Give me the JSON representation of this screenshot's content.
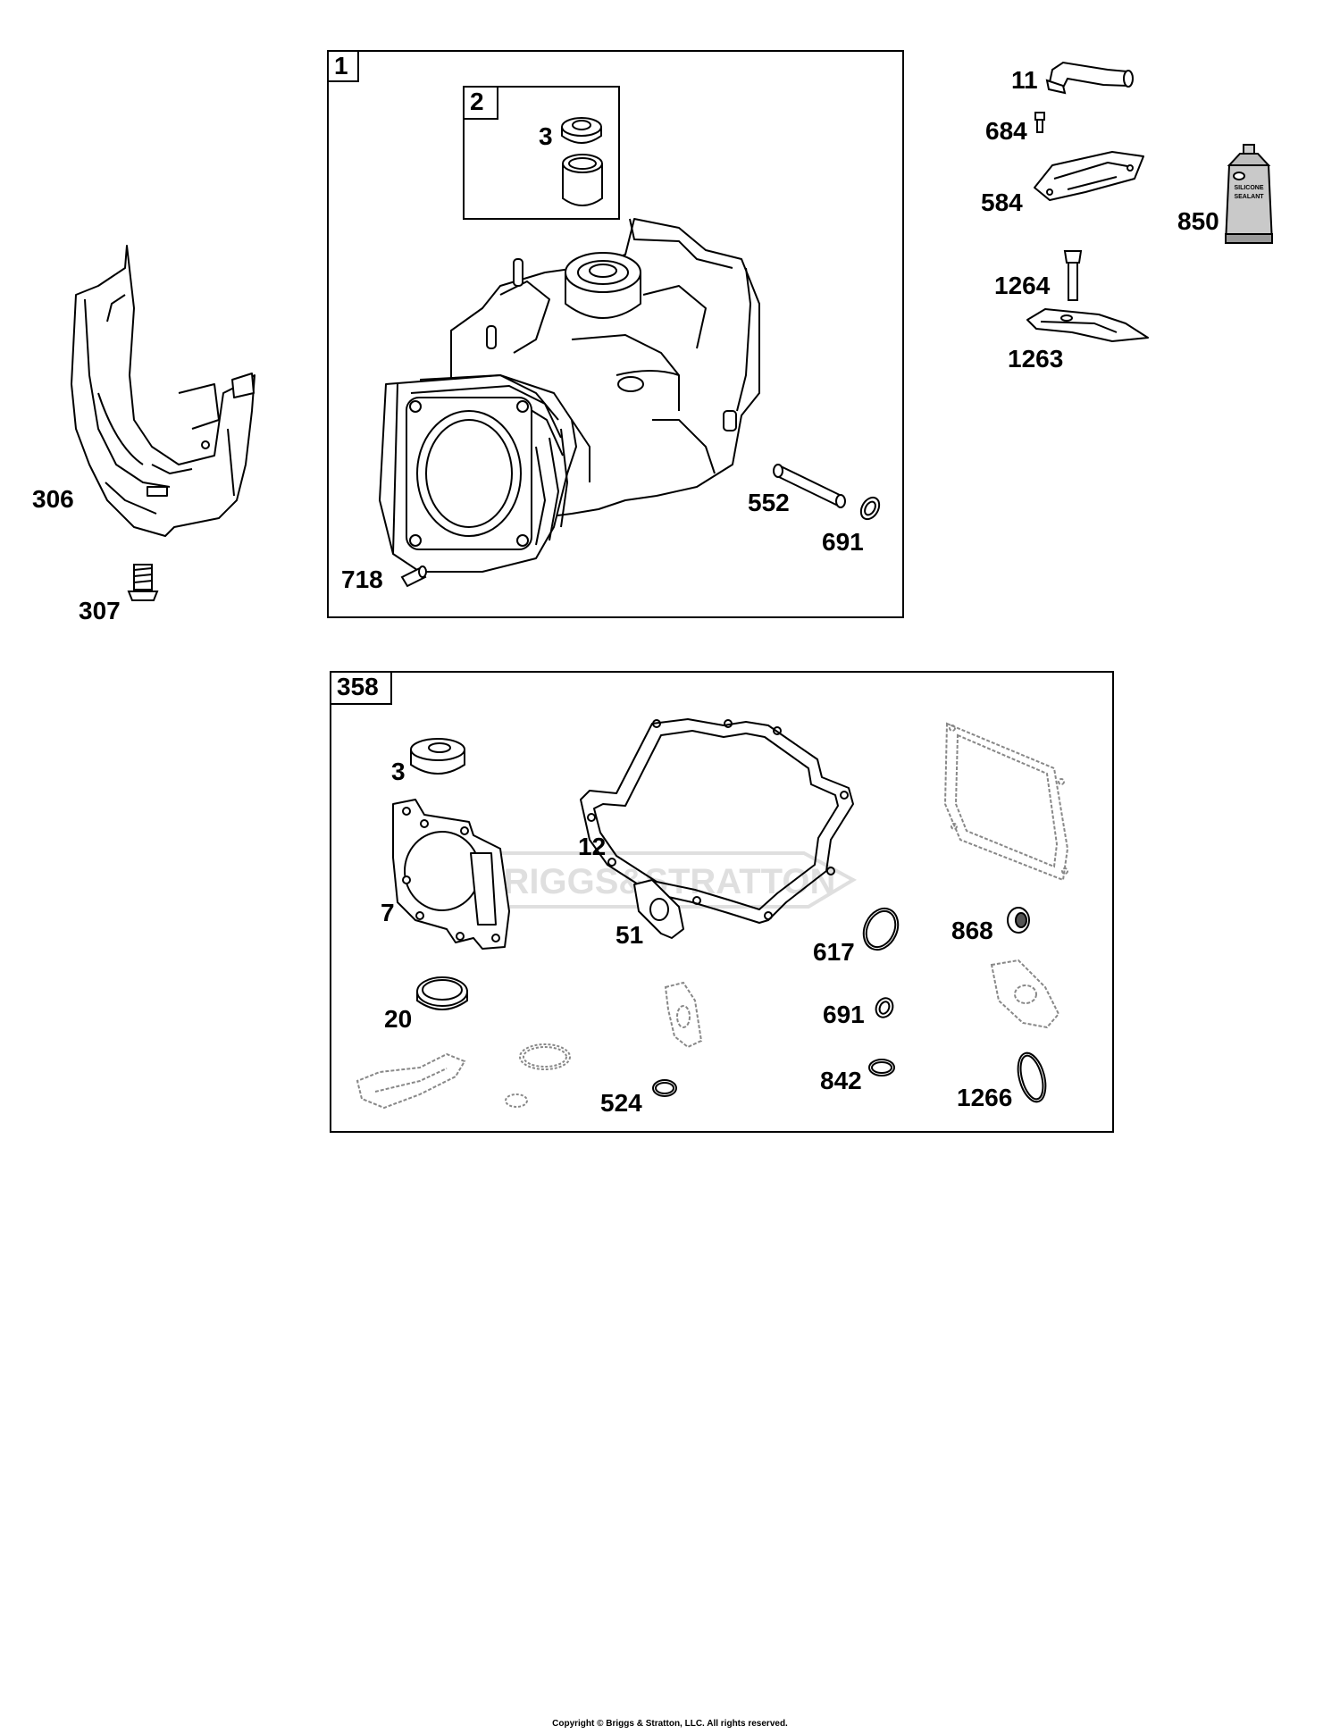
{
  "frames": {
    "engine_block_tag": "1",
    "bearing_kit_tag": "2",
    "gasket_set_tag": "358"
  },
  "labels": {
    "p3_top": "3",
    "p718": "718",
    "p552": "552",
    "p691_top": "691",
    "p306": "306",
    "p307": "307",
    "p11": "11",
    "p684": "684",
    "p584": "584",
    "p850": "850",
    "p1264": "1264",
    "p1263": "1263",
    "p3_kit": "3",
    "p7": "7",
    "p12": "12",
    "p51": "51",
    "p617": "617",
    "p868": "868",
    "p20": "20",
    "p691_kit": "691",
    "p524": "524",
    "p842": "842",
    "p1266": "1266"
  },
  "tube_text": {
    "line1": "SILICONE",
    "line2": "SEALANT"
  },
  "watermark": "BRIGGS&STRATTON",
  "copyright": "Copyright © Briggs & Stratton, LLC. All rights reserved."
}
